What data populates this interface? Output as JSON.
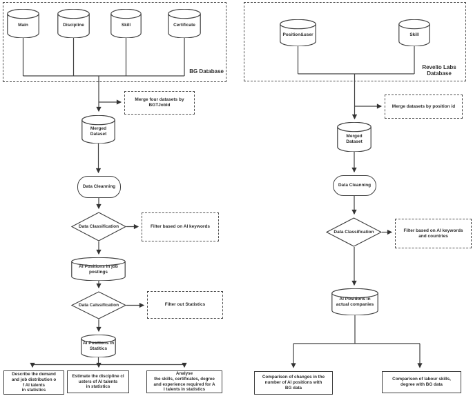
{
  "left_pipeline": {
    "database_label": "BG Database",
    "sources": [
      "Main",
      "Discipline",
      "Skill",
      "Certificate"
    ],
    "merge_note": "Merge four datasets by\nBGTJobId",
    "merged_dataset": "Merged\nDataset",
    "cleaning": "Data Cleanning",
    "classification_1": "Data Classification",
    "filter_1": "Filter based on AI keywords",
    "job_postings": "AI Positions in job\npostings",
    "classification_2": "Data Calssification",
    "filter_2": "Filter out Statistics",
    "statistics_positions": "AI Positions in\nStatitics",
    "outputs": [
      "Describe the demand\nand job distribution o\nf AI talents\nin statistics",
      "Estimate the discipline cl\nusters of AI talents\nin statistics",
      "Analyse\nthe skills, certificates, degree\nand experience required for A\nI talents in statistics"
    ]
  },
  "right_pipeline": {
    "database_label": "Revelio Labs\nDatabase",
    "sources": [
      "Position&user",
      "Skill"
    ],
    "merge_note": "Merge datasets by position id",
    "merged_dataset": "Merged\nDataset",
    "cleaning": "Data Cleanning",
    "classification": "Data Classification",
    "filter": "Filter based on AI keywords\nand countries",
    "actual_companies": "AI Positions in\nactual companies",
    "outputs": [
      "Comparison of changes in the\nnumber of AI positions with\nBG data",
      "Comparison of labour skills,\ndegree with BG data"
    ]
  },
  "colors": {
    "line": "#404040",
    "text": "#2b2b2b",
    "background": "#ffffff"
  }
}
